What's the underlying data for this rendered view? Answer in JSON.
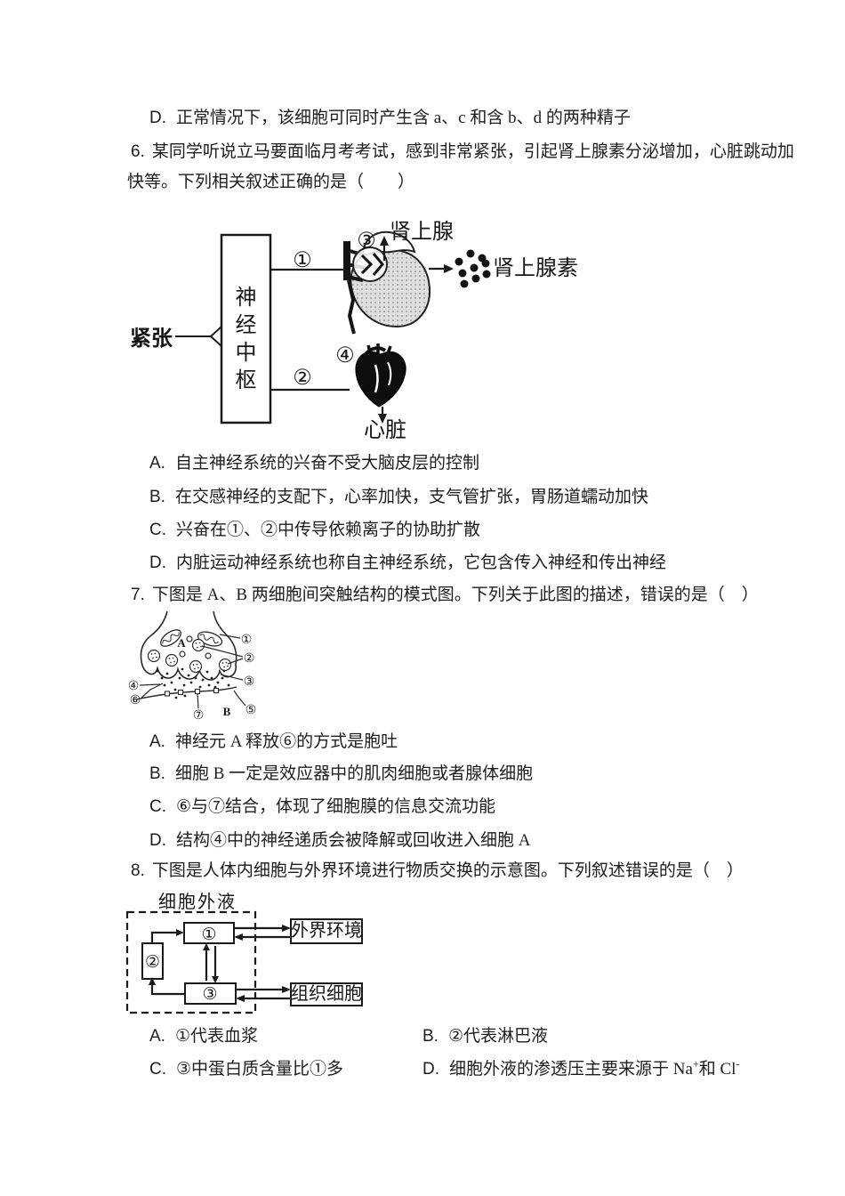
{
  "page": {
    "background": "#ffffff",
    "text_color": "#1d1d1d",
    "ink": "#1a1a1a"
  },
  "prev_question_option": {
    "label": "D.",
    "text": "正常情况下，该细胞可同时产生含 a、c 和含 b、d 的两种精子"
  },
  "q6": {
    "number": "6.",
    "stem_line1": "某同学听说立马要面临月考考试，感到非常紧张，引起肾上腺素分泌增加，心脏跳动加",
    "stem_line2": "快等。下列相关叙述正确的是（　　）",
    "diagram": {
      "stimulus_label": "紧张",
      "center_box_chars": [
        "神",
        "经",
        "中",
        "枢"
      ],
      "pathway1_num": "①",
      "pathway2_num": "②",
      "adrenal_circle_num": "③",
      "adrenal_label": "肾上腺",
      "hormone_label": "肾上腺素",
      "heart_circle_num": "④",
      "heart_label": "心脏"
    },
    "options": [
      {
        "label": "A.",
        "text": "自主神经系统的兴奋不受大脑皮层的控制"
      },
      {
        "label": "B.",
        "text": "在交感神经的支配下，心率加快，支气管扩张，胃肠道蠕动加快"
      },
      {
        "label": "C.",
        "text": "兴奋在①、②中传导依赖离子的协助扩散"
      },
      {
        "label": "D.",
        "text": "内脏运动神经系统也称自主神经系统，它包含传入神经和传出神经"
      }
    ]
  },
  "q7": {
    "number": "7.",
    "stem": "下图是 A、B 两细胞间突触结构的模式图。下列关于此图的描述，错误的是（　）",
    "diagram": {
      "neuron_a_label": "A",
      "cell_b_label": "B",
      "num1": "①",
      "num2": "②",
      "num3": "③",
      "num4": "④",
      "num5": "⑤",
      "num6": "⑥",
      "num7": "⑦"
    },
    "options": [
      {
        "label": "A.",
        "text": "神经元 A 释放⑥的方式是胞吐"
      },
      {
        "label": "B.",
        "text": "细胞 B 一定是效应器中的肌肉细胞或者腺体细胞"
      },
      {
        "label": "C.",
        "text": "⑥与⑦结合，体现了细胞膜的信息交流功能"
      },
      {
        "label": "D.",
        "text": "结构④中的神经递质会被降解或回收进入细胞 A"
      }
    ]
  },
  "q8": {
    "number": "8.",
    "stem": "下图是人体内细胞与外界环境进行物质交换的示意图。下列叙述错误的是（　）",
    "diagram": {
      "region_label": "细胞外液",
      "box1_num": "①",
      "box2_num": "②",
      "box3_num": "③",
      "external_label": "外界环境",
      "tissue_label": "组织细胞"
    },
    "options": {
      "a": {
        "label": "A.",
        "text": "①代表血浆"
      },
      "b": {
        "label": "B.",
        "text": "②代表淋巴液"
      },
      "c": {
        "label": "C.",
        "text": "③中蛋白质含量比①多"
      },
      "d": {
        "label": "D.",
        "pre": "细胞外液的渗透压主要来源于 Na",
        "sup1": "+",
        "mid": "和 Cl",
        "sup2": "-"
      }
    }
  }
}
